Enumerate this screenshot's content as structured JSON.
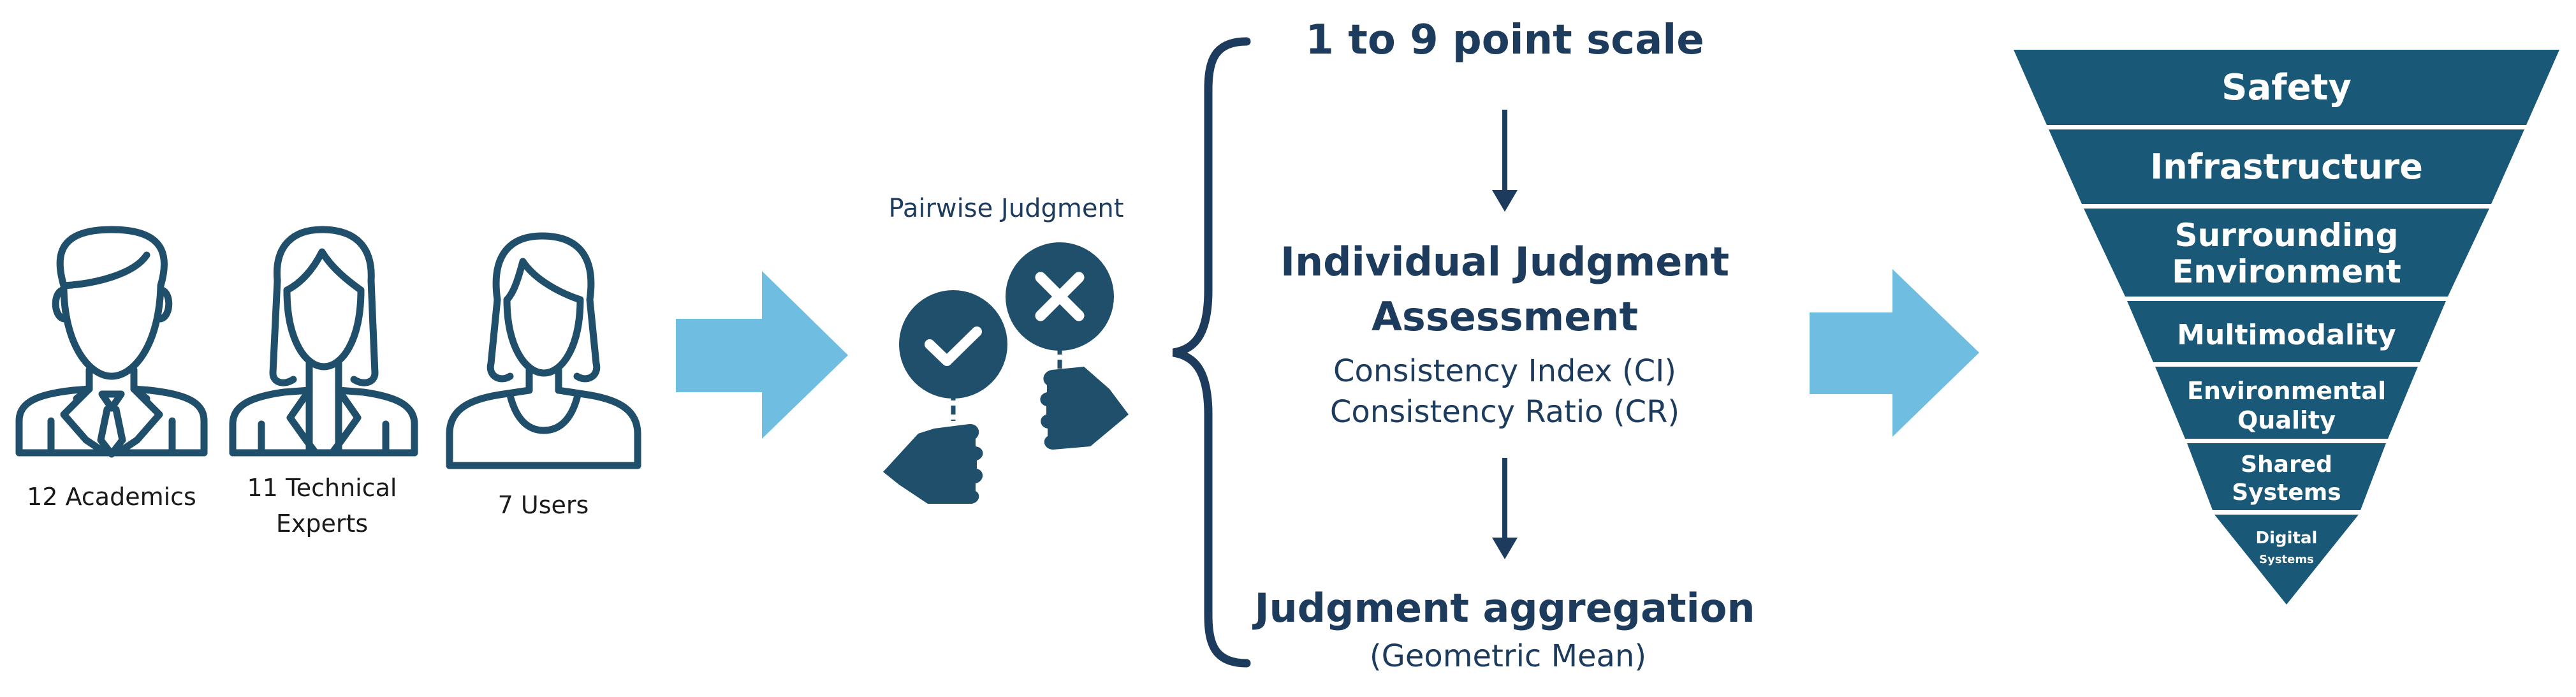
{
  "participants": [
    {
      "count_label": "12 Academics"
    },
    {
      "count_label_line1": "11 Technical",
      "count_label_line2": "Experts"
    },
    {
      "count_label": "7 Users"
    }
  ],
  "pairwise": {
    "title": "Pairwise Judgment"
  },
  "process": {
    "step1": "1 to 9 point scale",
    "step2_line1": "Individual Judgment",
    "step2_line2": "Assessment",
    "step2_sub1": "Consistency Index (CI)",
    "step2_sub2": "Consistency Ratio (CR)",
    "step3": "Judgment aggregation",
    "step3_sub": "(Geometric Mean)"
  },
  "pyramid": {
    "levels": [
      {
        "line1": "Safety"
      },
      {
        "line1": "Infrastructure"
      },
      {
        "line1": "Surrounding",
        "line2": "Environment"
      },
      {
        "line1": "Multimodality"
      },
      {
        "line1": "Environmental",
        "line2": "Quality"
      },
      {
        "line1": "Shared",
        "line2": "Systems"
      },
      {
        "line1": "Digital",
        "line2": "Systems"
      }
    ]
  },
  "colors": {
    "dark_teal": "#1f4f6b",
    "navy": "#1d3b5c",
    "light_blue_arrow": "#6fbde0",
    "pyramid": "#1a5878",
    "white": "#ffffff"
  }
}
